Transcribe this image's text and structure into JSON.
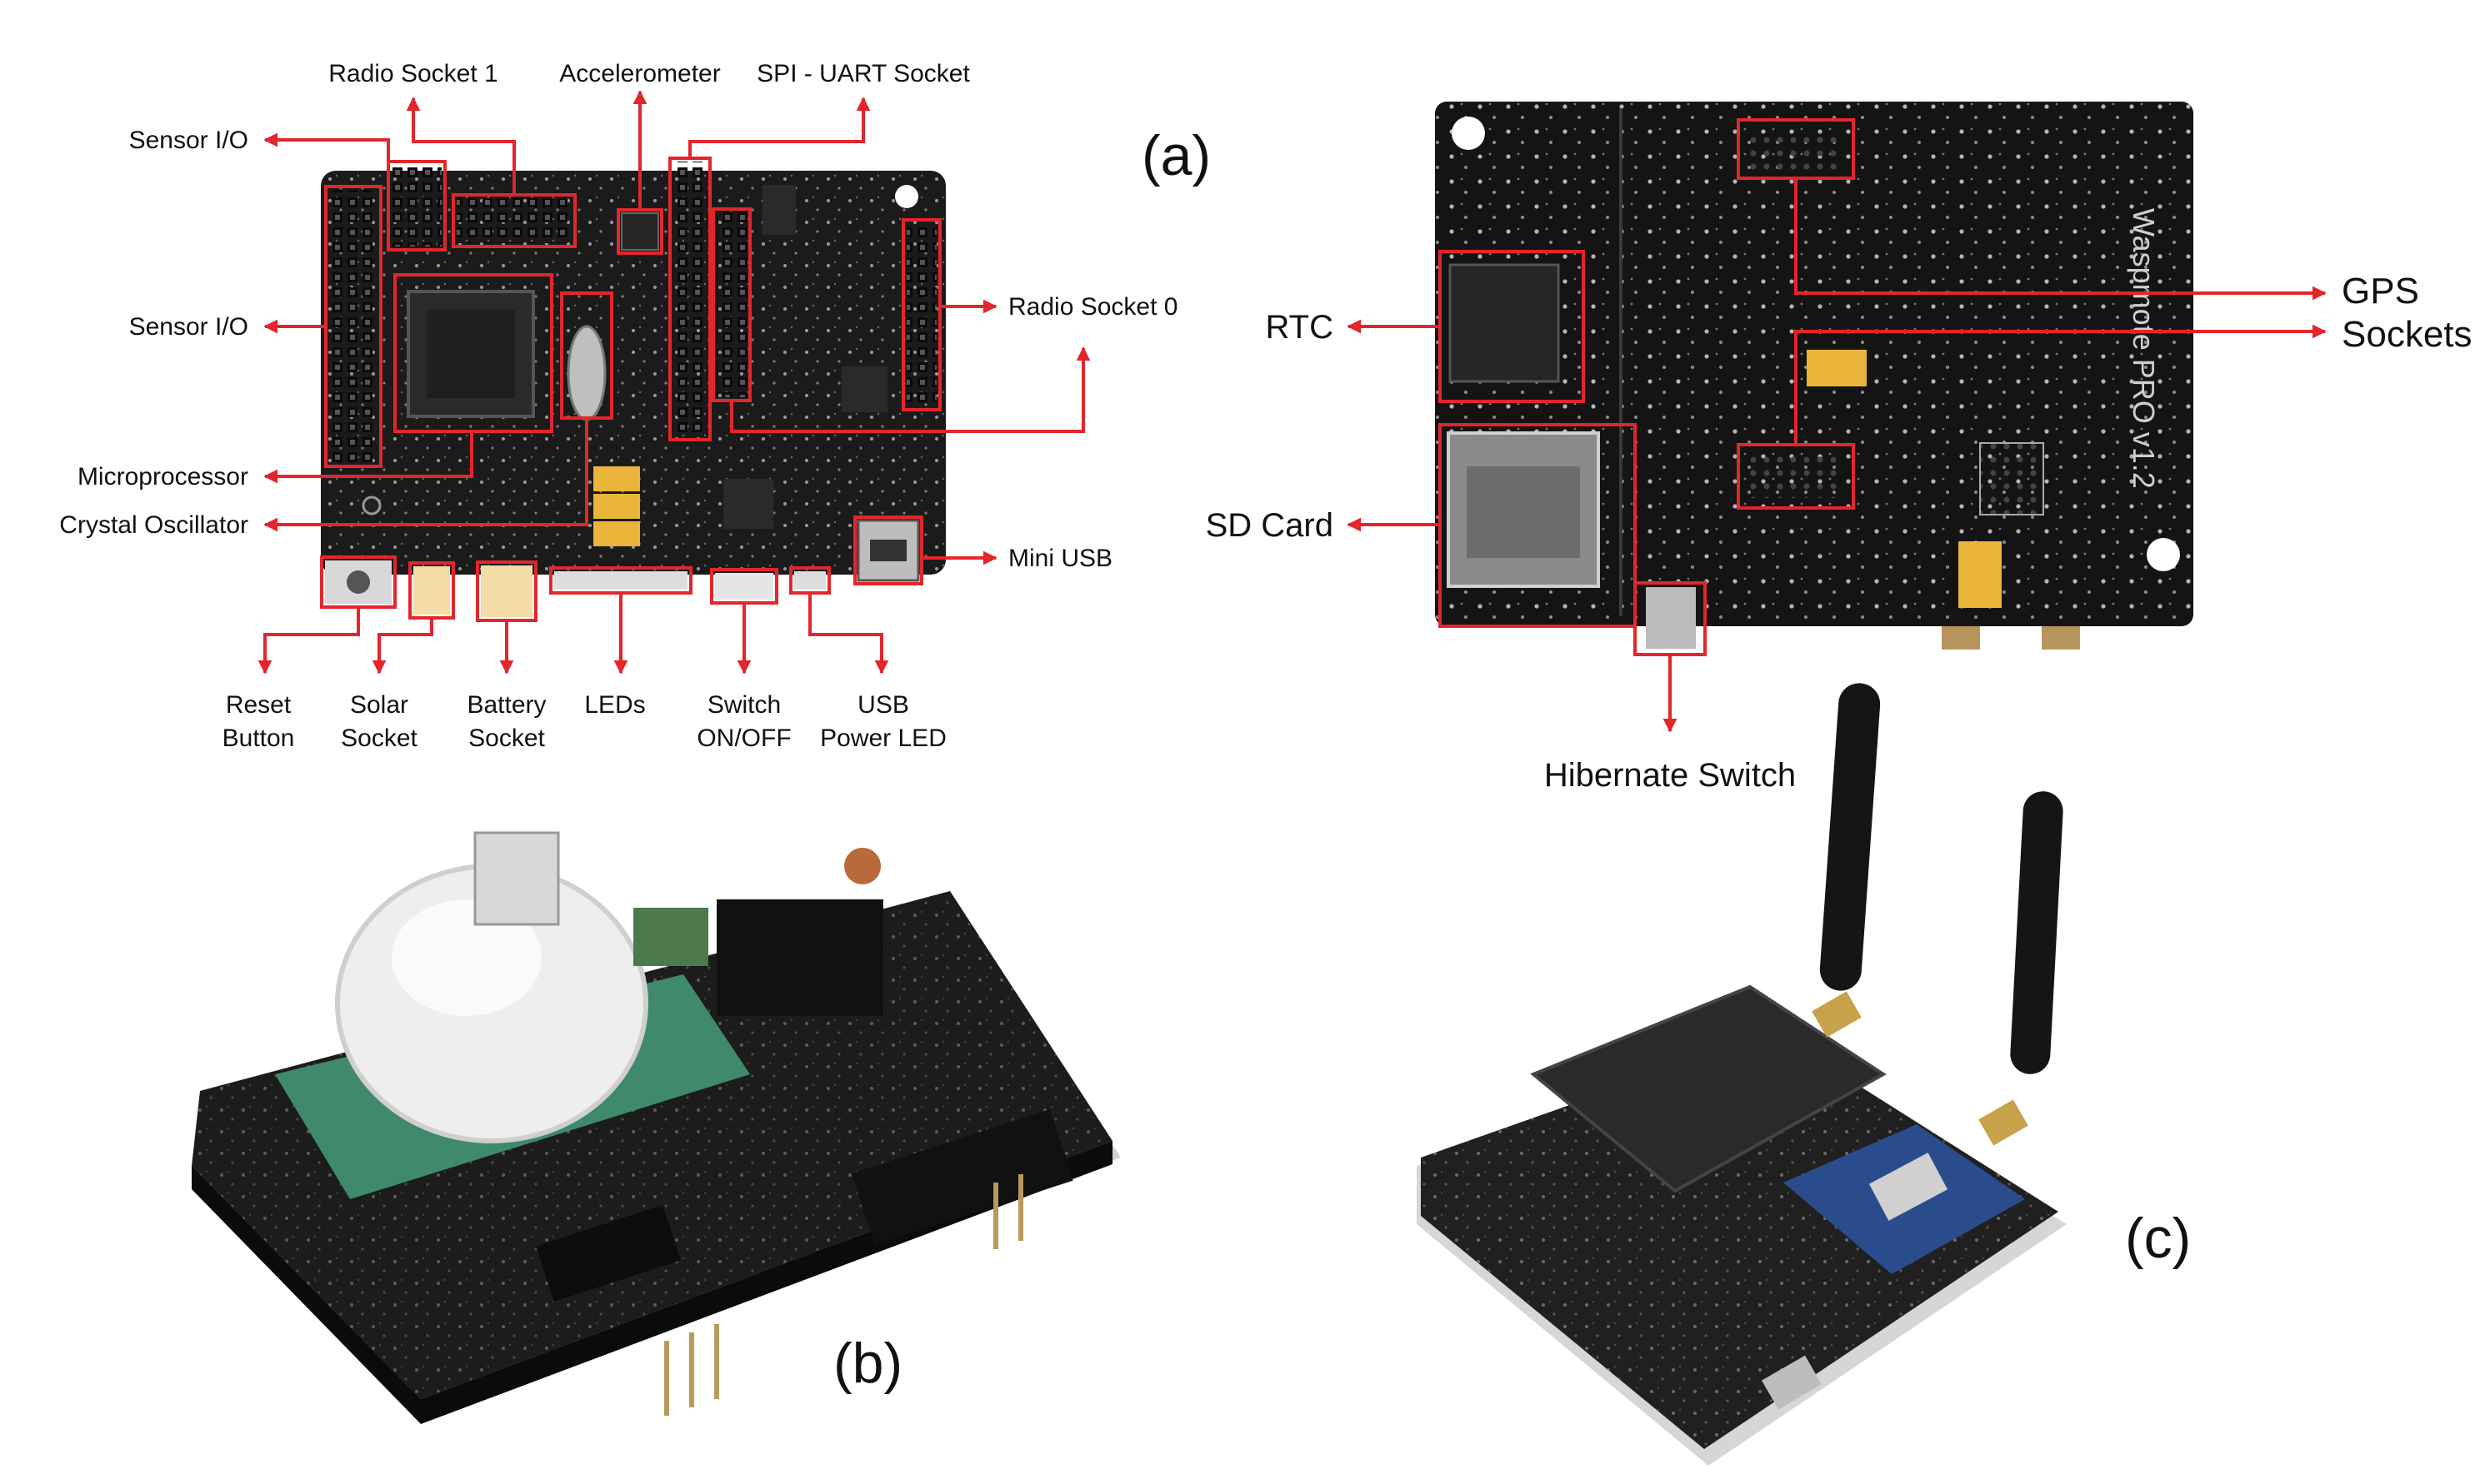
{
  "panels": {
    "a": "(a)",
    "b": "(b)",
    "c": "(c)"
  },
  "board_front": {
    "labels": {
      "radio_socket_1": "Radio Socket 1",
      "accelerometer": "Accelerometer",
      "spi_uart_socket": "SPI - UART Socket",
      "sensor_io_top": "Sensor I/O",
      "sensor_io_mid": "Sensor I/O",
      "radio_socket_0": "Radio Socket 0",
      "microprocessor": "Microprocessor",
      "crystal_oscillator": "Crystal Oscillator",
      "mini_usb": "Mini USB",
      "reset_button": [
        "Reset",
        "Button"
      ],
      "solar_socket": [
        "Solar",
        "Socket"
      ],
      "battery_socket": [
        "Battery",
        "Socket"
      ],
      "leds": "LEDs",
      "switch_on_off": [
        "Switch",
        "ON/OFF"
      ],
      "usb_power_led": [
        "USB",
        "Power LED"
      ]
    }
  },
  "board_back": {
    "labels": {
      "rtc": "RTC",
      "sd_card": "SD Card",
      "gps_sockets": [
        "GPS",
        "Sockets"
      ],
      "hibernate_switch": "Hibernate Switch"
    }
  },
  "colors": {
    "callout": "#e3262b",
    "pcb": "#1b1b1b",
    "pcb_dark": "#0f0f0f",
    "header": "#2a2a2a",
    "capacitor": "#e9b53a",
    "sensor_pcb": "#3e8a6a",
    "radio_module": "#2b4c8c",
    "antenna": "#151515",
    "dome": "#eeeeee"
  }
}
